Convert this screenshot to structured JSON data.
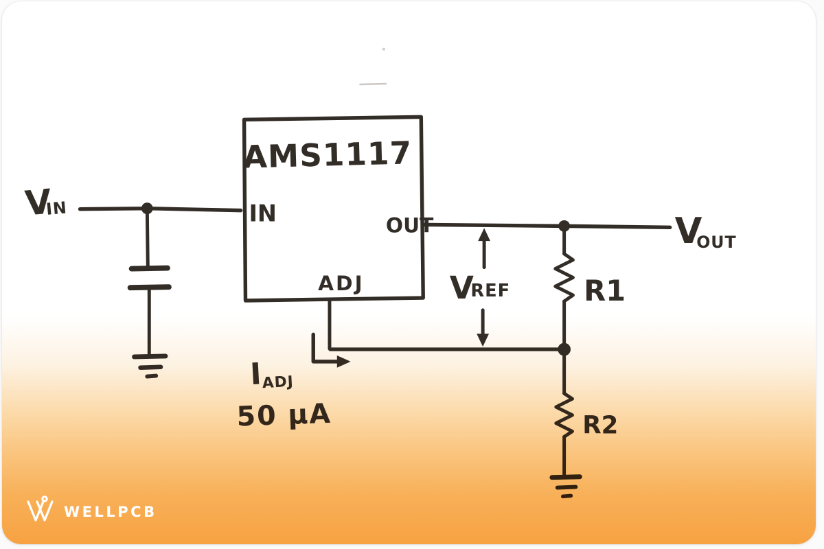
{
  "photo": {
    "colors": {
      "page_background": "#fbfbfb",
      "paper_white": "#ffffff",
      "ink": "#332d28",
      "gradient_orange": "#f7a242",
      "logo_color": "#ffffff"
    }
  },
  "circuit": {
    "chip": {
      "part_number": "AMS1117",
      "pin_in": "IN",
      "pin_out": "OUT",
      "pin_adj": "ADJ"
    },
    "nets": {
      "vin_main": "V",
      "vin_sub": "IN",
      "vout_main": "V",
      "vout_sub": "OUT",
      "vref_main": "V",
      "vref_sub": "REF"
    },
    "components": {
      "r1_label": "R1",
      "r2_label": "R2"
    },
    "adj_current": {
      "symbol_main": "I",
      "symbol_sub": "ADJ",
      "value": "50 µA"
    }
  },
  "branding": {
    "logo_text": "WELLPCB"
  }
}
